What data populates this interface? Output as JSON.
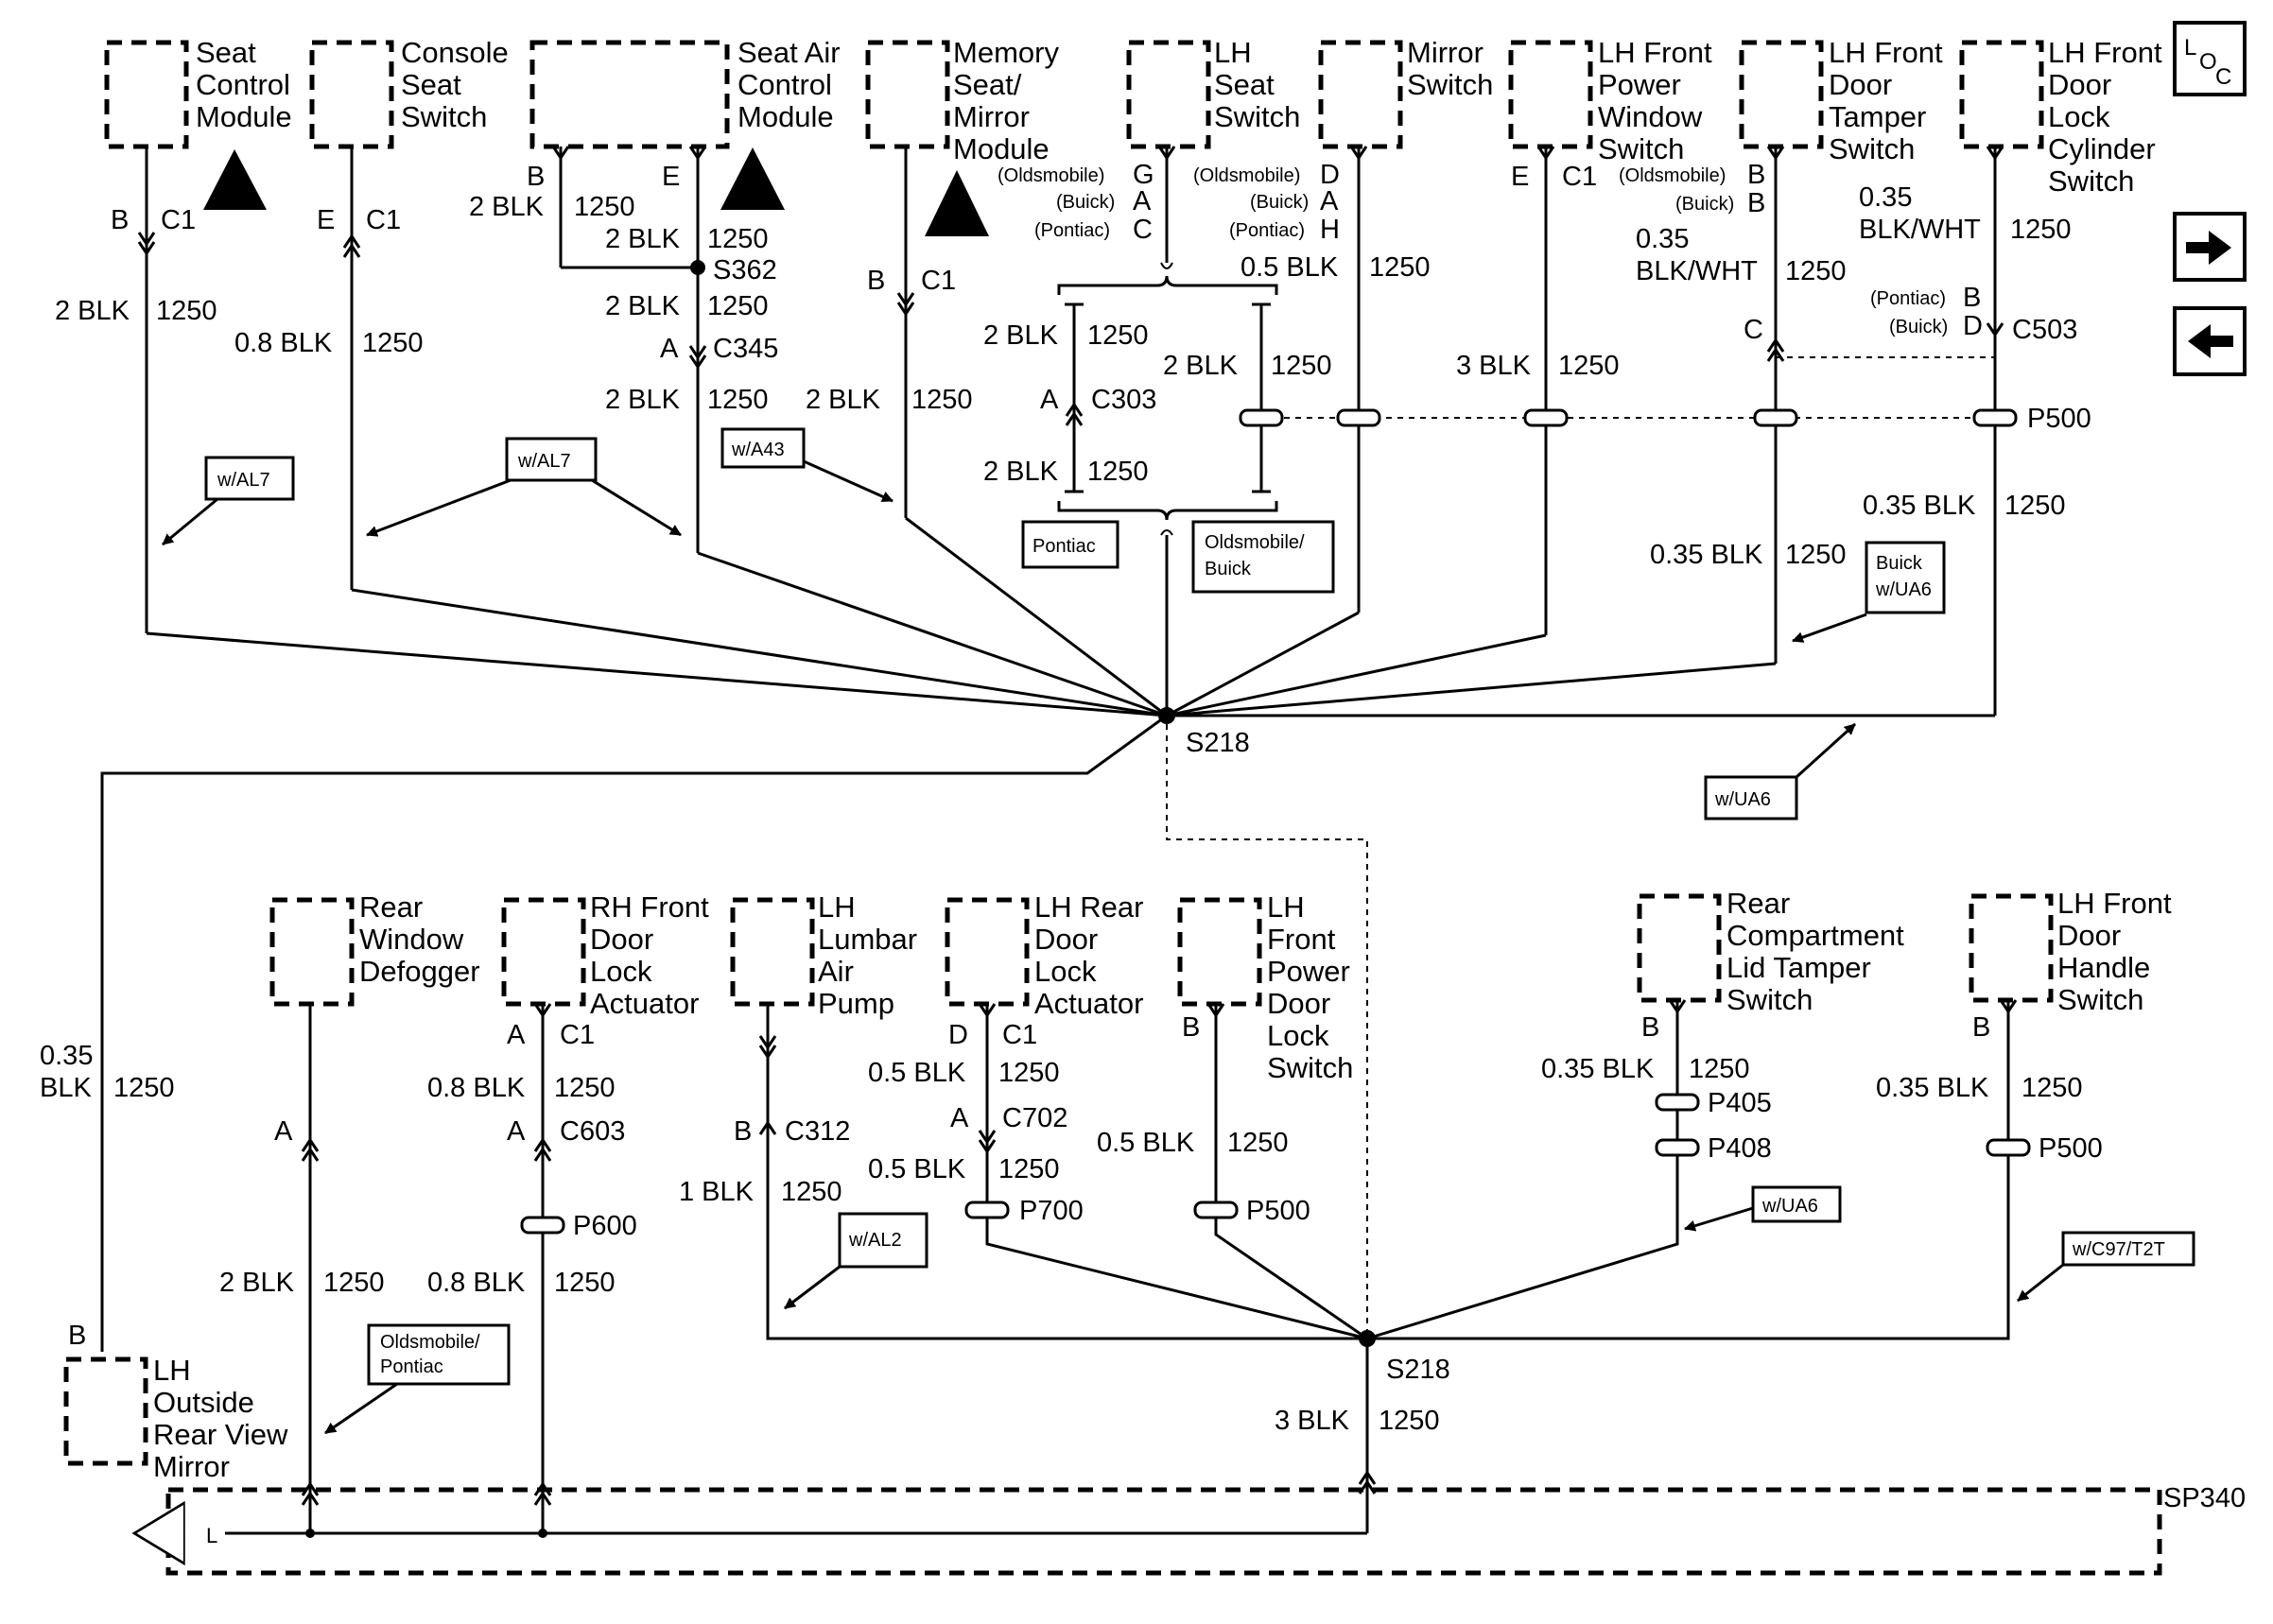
{
  "components": {
    "seat_control_module": [
      "Seat",
      "Control",
      "Module"
    ],
    "console_seat_switch": [
      "Console",
      "Seat",
      "Switch"
    ],
    "seat_air_control_module": [
      "Seat Air",
      "Control",
      "Module"
    ],
    "memory_seat_mirror_module": [
      "Memory",
      "Seat/",
      "Mirror",
      "Module"
    ],
    "lh_seat_switch": [
      "LH",
      "Seat",
      "Switch"
    ],
    "mirror_switch": [
      "Mirror",
      "Switch"
    ],
    "lh_front_power_window_switch": [
      "LH Front",
      "Power",
      "Window",
      "Switch"
    ],
    "lh_front_door_tamper_switch": [
      "LH Front",
      "Door",
      "Tamper",
      "Switch"
    ],
    "lh_front_door_lock_cylinder_switch": [
      "LH Front",
      "Door",
      "Lock",
      "Cylinder",
      "Switch"
    ],
    "rear_window_defogger": [
      "Rear",
      "Window",
      "Defogger"
    ],
    "rh_front_door_lock_actuator": [
      "RH Front",
      "Door",
      "Lock",
      "Actuator"
    ],
    "lh_lumbar_air_pump": [
      "LH",
      "Lumbar",
      "Air",
      "Pump"
    ],
    "lh_rear_door_lock_actuator": [
      "LH Rear",
      "Door",
      "Lock",
      "Actuator"
    ],
    "lh_front_power_door_lock_switch": [
      "LH",
      "Front",
      "Power",
      "Door",
      "Lock",
      "Switch"
    ],
    "rear_compartment_lid_tamper_switch": [
      "Rear",
      "Compartment",
      "Lid Tamper",
      "Switch"
    ],
    "lh_front_door_handle_switch": [
      "LH Front",
      "Door",
      "Handle",
      "Switch"
    ],
    "lh_outside_rear_view_mirror": [
      "LH",
      "Outside",
      "Rear View",
      "Mirror"
    ]
  },
  "wires": {
    "w2blk": "2 BLK",
    "w08blk": "0.8 BLK",
    "w05blk": "0.5 BLK",
    "w035blk": "0.35 BLK",
    "w3blk": "3 BLK",
    "w1blk": "1 BLK",
    "w035": "0.35",
    "w_blk": "BLK",
    "w_blkwht": "BLK/WHT",
    "circuit": "1250"
  },
  "pins": {
    "A": "A",
    "B": "B",
    "C": "C",
    "D": "D",
    "E": "E",
    "G": "G",
    "H": "H"
  },
  "connectors": {
    "c1": "C1",
    "s362": "S362",
    "c345": "C345",
    "c303": "C303",
    "c503": "C503",
    "p500": "P500",
    "s218": "S218",
    "c603": "C603",
    "p600": "P600",
    "c312": "C312",
    "c702": "C702",
    "p700": "P700",
    "p405": "P405",
    "p408": "P408",
    "sp340": "SP340"
  },
  "variants": {
    "oldsmobile": "(Oldsmobile)",
    "buick": "(Buick)",
    "pontiac": "(Pontiac)"
  },
  "option_boxes": {
    "al7": "w/AL7",
    "a43": "w/A43",
    "pontiac": "Pontiac",
    "olds_buick": [
      "Oldsmobile/",
      "Buick"
    ],
    "buick_ua6": [
      "Buick",
      "w/UA6"
    ],
    "ua6": "w/UA6",
    "al2": "w/AL2",
    "olds_pontiac": [
      "Oldsmobile/",
      "Pontiac"
    ],
    "c97": "w/C97/T2T"
  },
  "nav": {
    "loc_l": "L",
    "loc_o": "O",
    "loc_c": "C",
    "ground_symbol": "L",
    "next_icon": "arrow-right-icon",
    "prev_icon": "arrow-left-icon"
  }
}
